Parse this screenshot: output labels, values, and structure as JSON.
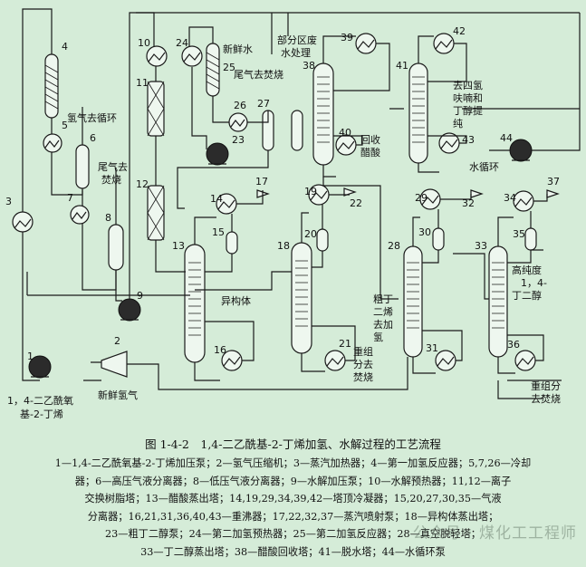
{
  "labels": {
    "new_water": "新鲜水",
    "wastewater_1": "部分区废",
    "wastewater_2": "水处理",
    "h2_recycle": "氢气去循环",
    "tail_gas_burn_1": "尾气去",
    "tail_gas_burn_2": "焚烧",
    "tail_gas_burn_top": "尾气去焚烧",
    "isomer": "异构体",
    "recover_acetic_1": "回收",
    "recover_acetic_2": "醋酸",
    "thf_1": "去四氢",
    "thf_2": "呋喃和",
    "thf_3": "丁醇提",
    "thf_4": "纯",
    "water_loop": "水循环",
    "crude_butene_1": "粗丁",
    "crude_butene_2": "二烯",
    "crude_butene_3": "去加",
    "crude_butene_4": "氢",
    "heavy_burn_1": "重组",
    "heavy_burn_2": "分去",
    "heavy_burn_3": "焚烧",
    "hp_bdo_1": "高纯度",
    "hp_bdo_2": "1，4-",
    "hp_bdo_3": "丁二醇",
    "heavy_burn2_1": "重组分",
    "heavy_burn2_2": "去焚烧",
    "feed_1": "1，4-二乙酰氧",
    "feed_2": "基-2-丁烯",
    "fresh_h2": "新鲜氢气"
  },
  "numbers": [
    "1",
    "2",
    "3",
    "4",
    "5",
    "6",
    "7",
    "8",
    "9",
    "10",
    "11",
    "12",
    "13",
    "14",
    "15",
    "16",
    "17",
    "18",
    "19",
    "20",
    "21",
    "22",
    "23",
    "24",
    "25",
    "26",
    "27",
    "28",
    "29",
    "30",
    "31",
    "32",
    "33",
    "34",
    "35",
    "36",
    "37",
    "38",
    "39",
    "40",
    "41",
    "42",
    "43",
    "44"
  ],
  "caption": "图 1-4-2　1,4-二乙酰基-2-丁烯加氢、水解过程的工艺流程",
  "legend": [
    "1—1,4-二乙酰氧基-2-丁烯加压泵；2—氢气压缩机；3—蒸汽加热器；4—第一加氢反应器；5,7,26—冷却",
    "器；6—高压气液分离器；8—低压气液分离器；9—水解加压泵；10—水解预热器；11,12—离子",
    "交换树脂塔；13—醋酸蒸出塔；14,19,29,34,39,42—塔顶冷凝器；15,20,27,30,35—气液",
    "分离器；16,21,31,36,40,43—重沸器；17,22,32,37—蒸汽喷射泵；18—异构体蒸出塔；",
    "23—粗丁二醇泵；24—第二加氢预热器；25—第二加氢反应器；28—真空脱轻塔；",
    "33—丁二醇蒸出塔；38—醋酸回收塔；41—脱水塔；44—水循环泵"
  ],
  "watermark": "公众号 · 煤化工工程师"
}
